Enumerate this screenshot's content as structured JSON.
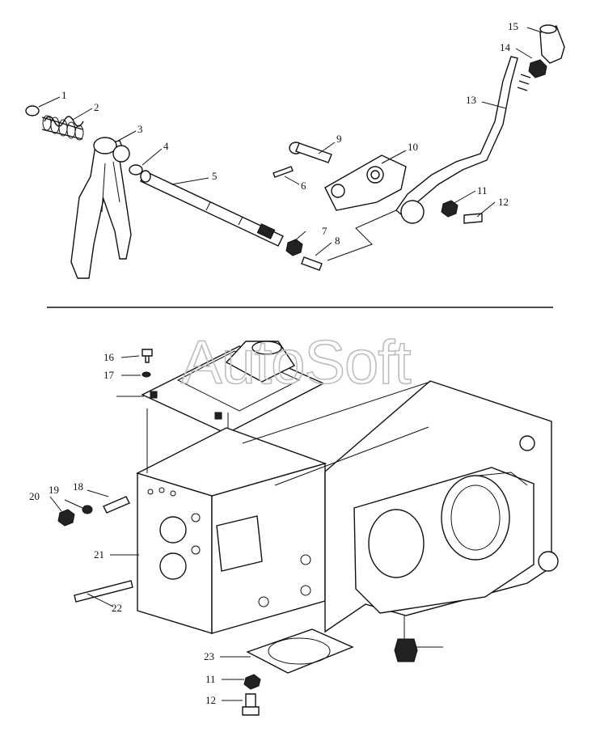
{
  "watermark": "AutoSoft",
  "callouts_top": [
    "1",
    "2",
    "3",
    "4",
    "5",
    "6",
    "7",
    "8",
    "9",
    "10",
    "11",
    "12",
    "13",
    "14",
    "15"
  ],
  "callouts_bottom": [
    "16",
    "17",
    "18",
    "19",
    "20",
    "21",
    "22",
    "23",
    "11",
    "12"
  ]
}
